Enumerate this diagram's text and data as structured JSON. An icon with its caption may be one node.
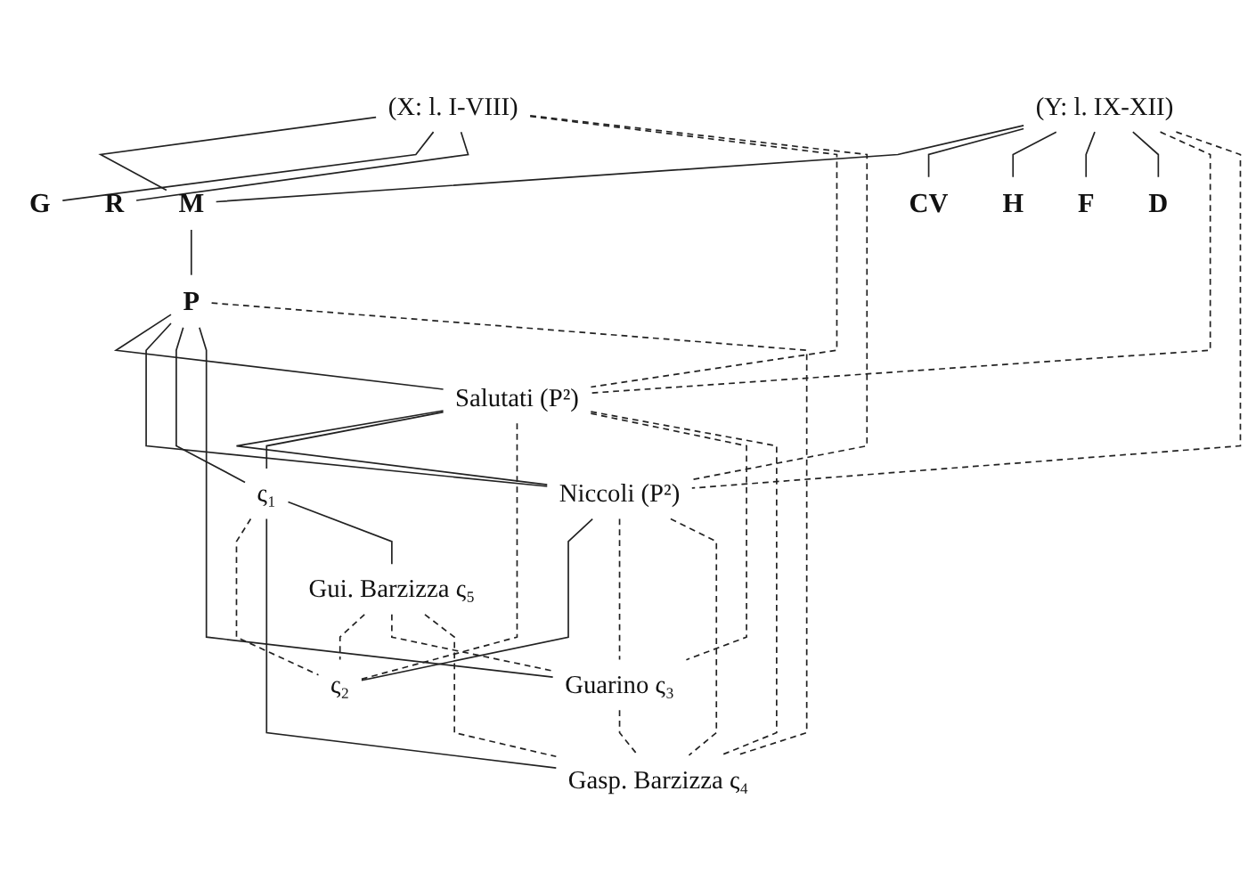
{
  "diagram": {
    "nodes": [
      {
        "text": [
          "(X: l. I-VIII)"
        ]
      },
      {
        "text": [
          "(Y: l. IX-XII)"
        ]
      },
      {
        "text": [
          "M"
        ]
      },
      {
        "text": [
          "G"
        ]
      },
      {
        "text": [
          "R"
        ]
      },
      {
        "text": [
          "CV"
        ]
      },
      {
        "text": [
          "H"
        ]
      },
      {
        "text": [
          "F"
        ]
      },
      {
        "text": [
          "D"
        ]
      },
      {
        "text": [
          "P"
        ]
      },
      {
        "text": [
          "Salutati (P²)"
        ]
      },
      {
        "text": [
          "Niccoli (P²)"
        ]
      },
      {
        "text": [
          "ς₁"
        ]
      },
      {
        "text": [
          "ς₂"
        ]
      },
      {
        "text": [
          "Guarino ς₃"
        ]
      },
      {
        "text": [
          "Gasp. Barzizza ς₄"
        ]
      },
      {
        "text": [
          "Gui. Barzizza ς₅"
        ]
      }
    ],
    "edges": [
      {
        "from": 0,
        "to": 2,
        "arrow": "none"
      },
      {
        "from": 1,
        "to": 2,
        "arrow": "none"
      },
      {
        "from": 0,
        "to": 3,
        "arrow": "none"
      },
      {
        "from": 0,
        "to": 4,
        "arrow": "none"
      },
      {
        "from": 1,
        "to": 5,
        "arrow": "none"
      },
      {
        "from": 1,
        "to": 6,
        "arrow": "none"
      },
      {
        "from": 1,
        "to": 7,
        "arrow": "none"
      },
      {
        "from": 1,
        "to": 8,
        "arrow": "none"
      },
      {
        "from": 2,
        "to": 9,
        "arrow": "none"
      },
      {
        "from": 0,
        "to": 10,
        "arrow": "none",
        "style": "dashed"
      },
      {
        "from": 0,
        "to": 11,
        "arrow": "none",
        "style": "dashed"
      },
      {
        "from": 1,
        "to": 10,
        "arrow": "none",
        "style": "dashed"
      },
      {
        "from": 1,
        "to": 11,
        "arrow": "none",
        "style": "dashed"
      },
      {
        "from": 9,
        "to": 10,
        "arrow": "none"
      },
      {
        "from": 9,
        "to": 11,
        "arrow": "none"
      },
      {
        "from": 10,
        "to": 11,
        "arrow": "none"
      },
      {
        "from": 9,
        "to": 12,
        "arrow": "none"
      },
      {
        "from": 10,
        "to": 12,
        "arrow": "none"
      },
      {
        "from": 10,
        "to": 13,
        "arrow": "none",
        "style": "dashed"
      },
      {
        "from": 11,
        "to": 13,
        "arrow": "none"
      },
      {
        "from": 9,
        "to": 14,
        "arrow": "none"
      },
      {
        "from": 10,
        "to": 14,
        "arrow": "none",
        "style": "dashed"
      },
      {
        "from": 10,
        "to": 15,
        "arrow": "none",
        "style": "dashed"
      },
      {
        "from": 9,
        "to": 15,
        "arrow": "none",
        "style": "dashed"
      },
      {
        "from": 11,
        "to": 14,
        "arrow": "none",
        "style": "dashed"
      },
      {
        "from": 11,
        "to": 15,
        "arrow": "none",
        "style": "dashed"
      },
      {
        "from": 12,
        "to": 13,
        "arrow": "none",
        "style": "dashed"
      },
      {
        "from": 12,
        "to": 15,
        "arrow": "none"
      },
      {
        "from": 12,
        "to": 16,
        "arrow": "none"
      },
      {
        "from": 14,
        "to": 15,
        "arrow": "none",
        "style": "dashed"
      },
      {
        "from": 16,
        "to": 13,
        "arrow": "none",
        "style": "dashed"
      },
      {
        "from": 16,
        "to": 14,
        "arrow": "none",
        "style": "dashed"
      },
      {
        "from": 16,
        "to": 15,
        "arrow": "none",
        "style": "dashed"
      }
    ]
  }
}
